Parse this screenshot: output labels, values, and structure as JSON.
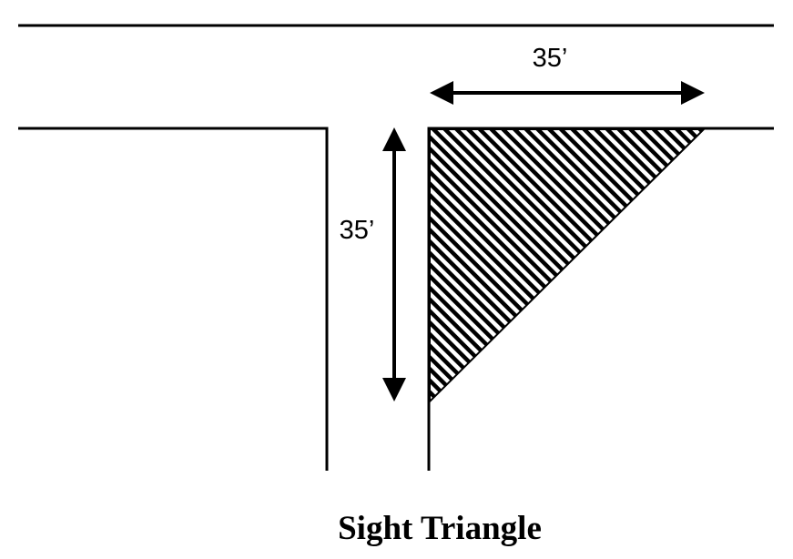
{
  "diagram": {
    "horizontal_dimension_label": "35’",
    "vertical_dimension_label": "35’",
    "caption": "Sight Triangle"
  },
  "colors": {
    "ink": "#000000",
    "background": "#ffffff"
  }
}
